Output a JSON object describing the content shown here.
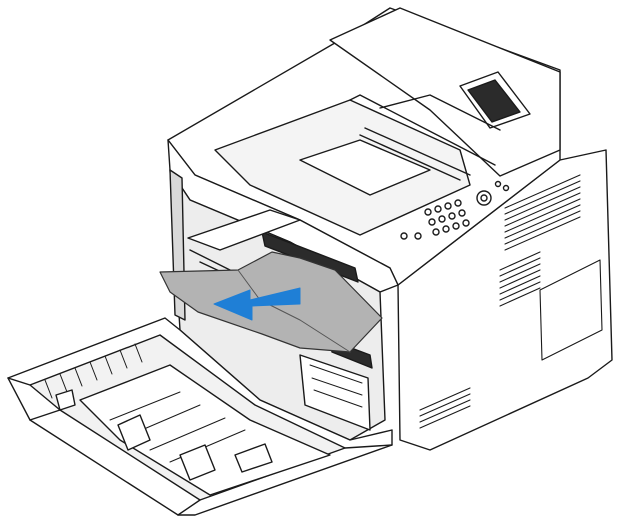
{
  "figure": {
    "subject": "printer-front-door-open-paper-jam-removal",
    "colors": {
      "line": "#1a1a1a",
      "body": "#ffffff",
      "shade": "#d9d9d9",
      "dark": "#2b2b2b",
      "paper": "#b3b3b3",
      "arrow": "#1f7fd6"
    },
    "icons": [
      "printer-body",
      "control-panel",
      "front-door",
      "jammed-paper",
      "pull-direction-arrow"
    ]
  }
}
